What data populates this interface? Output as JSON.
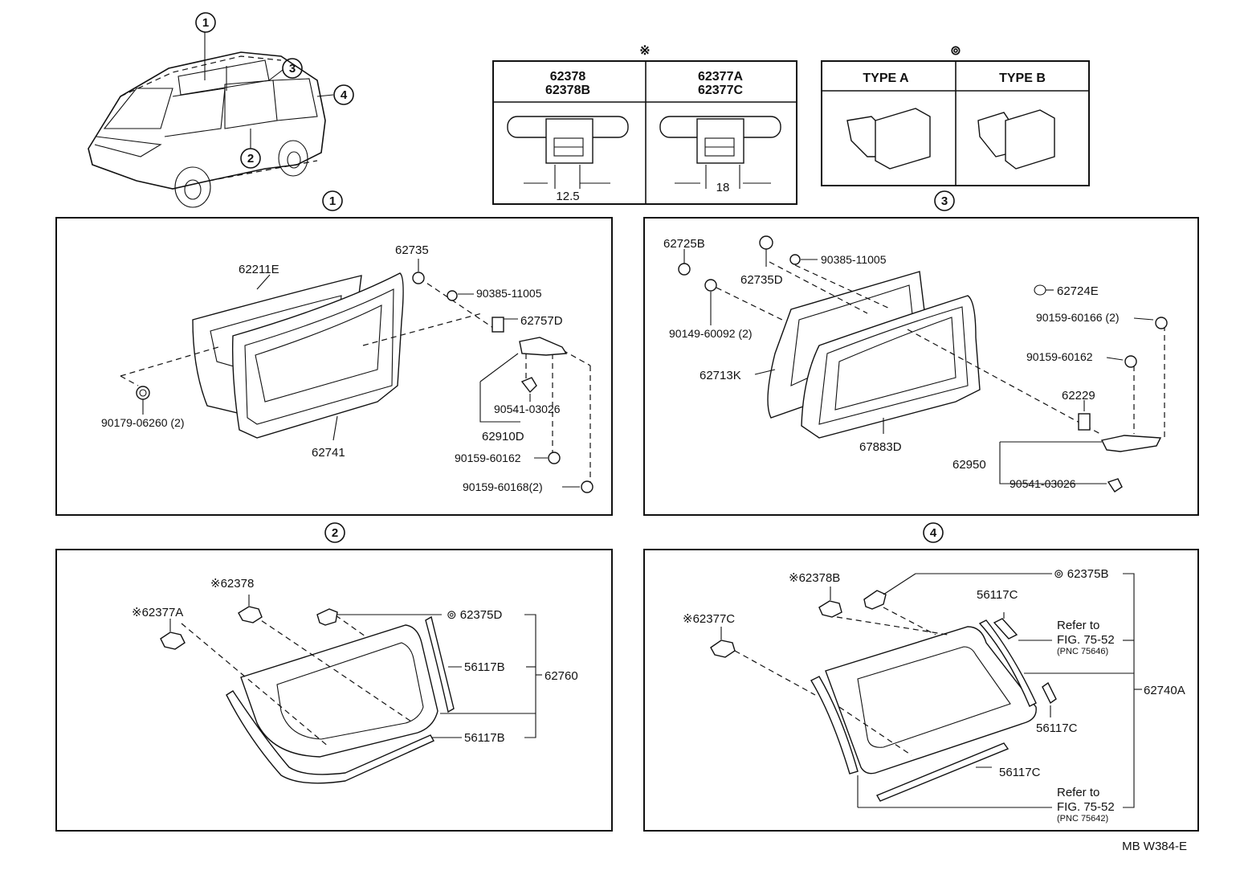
{
  "footer_code": "MB  W384-E",
  "top": {
    "asterisk_note": "※",
    "asterisk_table": {
      "col1": [
        "62378",
        "62378B"
      ],
      "col2": [
        "62377A",
        "62377C"
      ],
      "dim1": "12.5",
      "dim2": "18"
    },
    "type_table": {
      "symbol": "⊚",
      "type_a": "TYPE A",
      "type_b": "TYPE B"
    },
    "van_callouts": [
      "1",
      "2",
      "3",
      "4"
    ]
  },
  "section_1": {
    "number": "1",
    "labels": {
      "p62211e": "62211E",
      "p62735": "62735",
      "p90385": "90385-11005",
      "p62757d": "62757D",
      "p90179": "90179-06260 (2)",
      "p62741": "62741",
      "p90541": "90541-03026",
      "p62910d": "62910D",
      "p90159a": "90159-60162",
      "p90159b": "90159-60168(2)"
    }
  },
  "section_2": {
    "number": "2",
    "labels": {
      "p62378": "※62378",
      "p62377a": "※62377A",
      "p62375d": "⊚ 62375D",
      "p56117b1": "56117B",
      "p62760": "62760",
      "p56117b2": "56117B"
    }
  },
  "section_3": {
    "number": "3",
    "labels": {
      "p62725b": "62725B",
      "p62735d": "62735D",
      "p90385": "90385-11005",
      "p90149": "90149-60092 (2)",
      "p62713k": "62713K",
      "p67883d": "67883D",
      "p62724e": "62724E",
      "p90159a": "90159-60166 (2)",
      "p90159b": "90159-60162",
      "p62229": "62229",
      "p62950": "62950",
      "p90541": "90541-03026"
    }
  },
  "section_4": {
    "number": "4",
    "labels": {
      "p62378b": "※62378B",
      "p62377c": "※62377C",
      "p62375b": "⊚ 62375B",
      "p56117c1": "56117C",
      "refer1": "Refer to",
      "fig1": "FIG. 75-52",
      "pnc1": "(PNC  75646)",
      "p62740a": "62740A",
      "p56117c2": "56117C",
      "p56117c3": "56117C",
      "refer2": "Refer to",
      "fig2": "FIG. 75-52",
      "pnc2": "(PNC  75642)"
    }
  }
}
